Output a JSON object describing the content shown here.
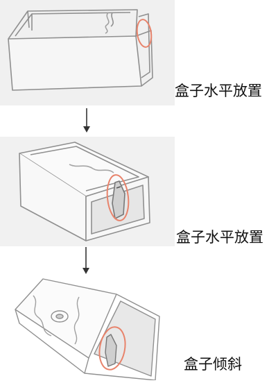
{
  "steps": [
    {
      "label": "盒子水平放置"
    },
    {
      "label": "盒子水平放置"
    },
    {
      "label": "盒子倾斜"
    }
  ],
  "colors": {
    "line": "#9a9a9a",
    "highlight": "#e8836b",
    "water": "#d9d9d9"
  },
  "icons": [
    "down-arrow-icon"
  ]
}
